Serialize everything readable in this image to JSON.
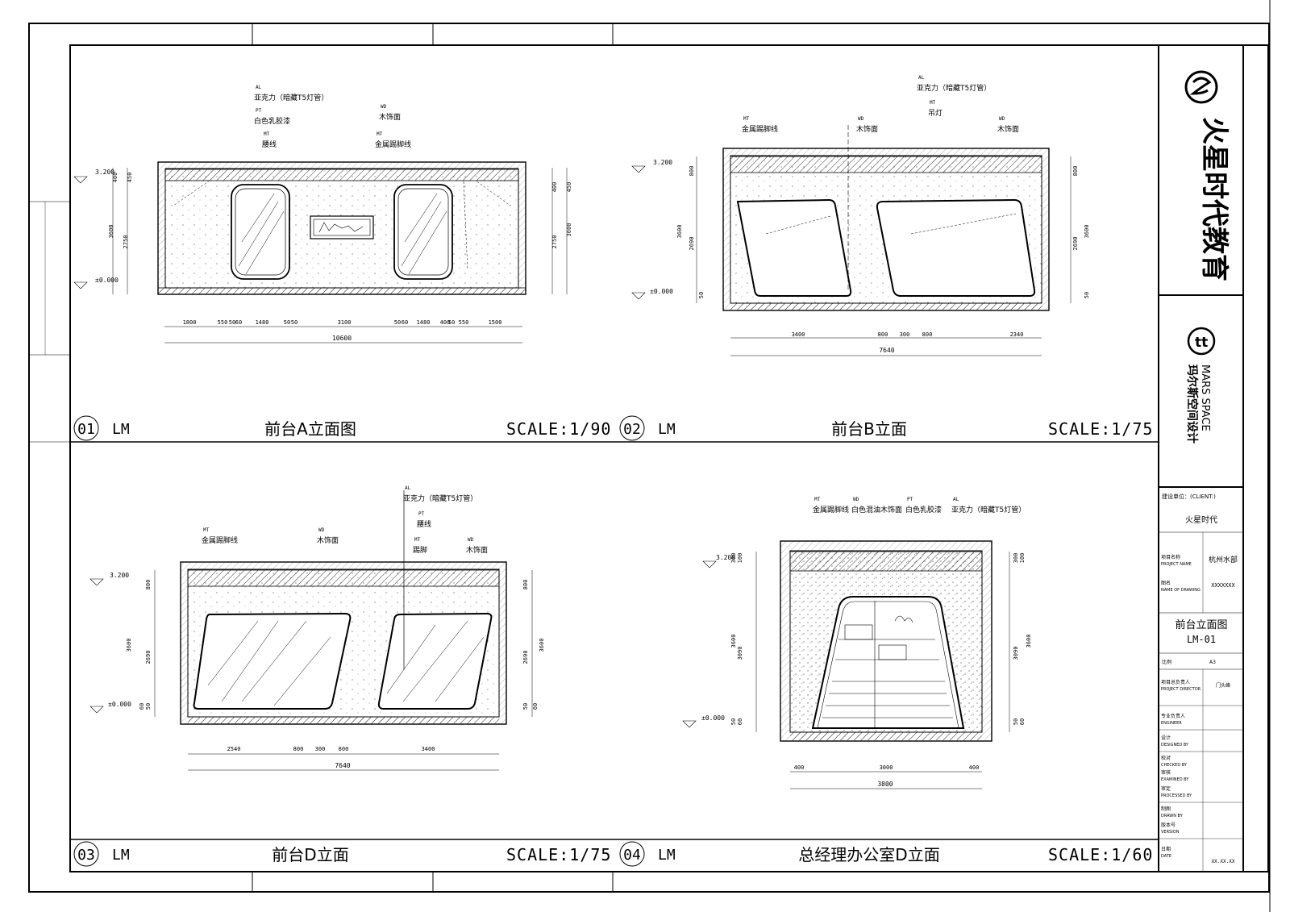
{
  "panels": [
    {
      "num": "01",
      "code": "LM",
      "title": "前台A立面图",
      "scale": "SCALE:1/90",
      "labels": [
        {
          "text": "亚克力（暗藏T5灯管）"
        },
        {
          "text": "白色乳胶漆"
        },
        {
          "text": "腰线"
        },
        {
          "text": "木饰面"
        },
        {
          "text": "金属踢脚线"
        }
      ],
      "tag_codes": [
        "AL",
        "PT",
        "MT",
        "WD",
        "MT"
      ],
      "levels": [
        "3.200",
        "±0.000"
      ],
      "vdims_left": [
        "400",
        "450",
        "3600",
        "2750"
      ],
      "vdims_right": [
        "400",
        "450",
        "2750",
        "3600"
      ],
      "hdims": [
        "1800",
        "550",
        "50",
        "60",
        "1480",
        "50",
        "50",
        "3100",
        "50",
        "60",
        "1480",
        "400",
        "50",
        "550",
        "1500"
      ],
      "total": "10600"
    },
    {
      "num": "02",
      "code": "LM",
      "title": "前台B立面",
      "scale": "SCALE:1/75",
      "labels": [
        {
          "text": "亚克力（暗藏T5灯管）"
        },
        {
          "text": "吊灯"
        },
        {
          "text": "金属踢脚线"
        },
        {
          "text": "木饰面"
        },
        {
          "text": "木饰面"
        }
      ],
      "tag_codes": [
        "AL",
        "MT",
        "MT",
        "WD",
        "WD"
      ],
      "levels": [
        "3.200",
        "±0.000"
      ],
      "vdims_left": [
        "800",
        "3600",
        "2690",
        "50"
      ],
      "vdims_right": [
        "800",
        "3600",
        "2690",
        "50"
      ],
      "hdims": [
        "3400",
        "800",
        "300",
        "800",
        "2340"
      ],
      "total": "7640"
    },
    {
      "num": "03",
      "code": "LM",
      "title": "前台D立面",
      "scale": "SCALE:1/75",
      "labels": [
        {
          "text": "亚克力（暗藏T5灯管）"
        },
        {
          "text": "腰线"
        },
        {
          "text": "踢脚"
        },
        {
          "text": "木饰面"
        },
        {
          "text": "金属踢脚线"
        },
        {
          "text": "木饰面"
        }
      ],
      "tag_codes": [
        "AL",
        "PT",
        "MT",
        "WD",
        "MT",
        "WD"
      ],
      "levels": [
        "3.200",
        "±0.000"
      ],
      "vdims_left": [
        "800",
        "3600",
        "2690",
        "50",
        "60"
      ],
      "vdims_right": [
        "800",
        "3600",
        "2690",
        "50",
        "60"
      ],
      "hdims": [
        "2540",
        "800",
        "300",
        "800",
        "3400"
      ],
      "total": "7640"
    },
    {
      "num": "04",
      "code": "LM",
      "title": "总经理办公室D立面",
      "scale": "SCALE:1/60",
      "labels": [
        {
          "text": "金属踢脚线"
        },
        {
          "text": "白色混油木饰面"
        },
        {
          "text": "白色乳胶漆"
        },
        {
          "text": "亚克力（暗藏T5灯管）"
        }
      ],
      "tag_codes": [
        "MT",
        "WD",
        "PT",
        "AL"
      ],
      "levels": [
        "3.200",
        "±0.000"
      ],
      "vdims_left": [
        "300",
        "100",
        "3600",
        "3090",
        "50",
        "60"
      ],
      "vdims_right": [
        "300",
        "100",
        "3600",
        "3090",
        "50",
        "60"
      ],
      "hdims": [
        "400",
        "3000",
        "400"
      ],
      "total": "3800"
    }
  ],
  "titleblock": {
    "brand_cn": "火星时代教育",
    "mars_en": "MARS SPACE",
    "mars_cn": "玛尔斯空间设计",
    "client_label": "建设单位：(CLIENT:)",
    "client": "火星时代",
    "project_label": "项目名称",
    "project_en": "PROJECT NAME",
    "project": "杭州水部",
    "drawing_label": "图名",
    "drawing_en": "NAME OF DRAWING",
    "drawing_value": "XXXXXXX",
    "sheet_title": "前台立面图",
    "sheet_no": "LM-01",
    "scale_label": "比例",
    "scale_value": "A3",
    "director_label": "项目总负责人",
    "director_en": "PROJECT DIRECTOR",
    "director": "门头峰",
    "engineer_label": "专业负责人",
    "engineer_en": "ENGINEER",
    "design_label": "设计",
    "design_en": "DESIGNED BY",
    "check_label": "校对",
    "check_en": "CHECKED BY",
    "audit_label": "审核",
    "audit_en": "EXAMINED BY",
    "process_label": "审定",
    "process_en": "PROCESSED BY",
    "draw_label": "制图",
    "draw_en": "DRAWN BY",
    "ver_label": "版本号",
    "ver_en": "VERSION",
    "date_label": "日期",
    "date_en": "DATE",
    "date_value": "XX.XX.XX"
  }
}
